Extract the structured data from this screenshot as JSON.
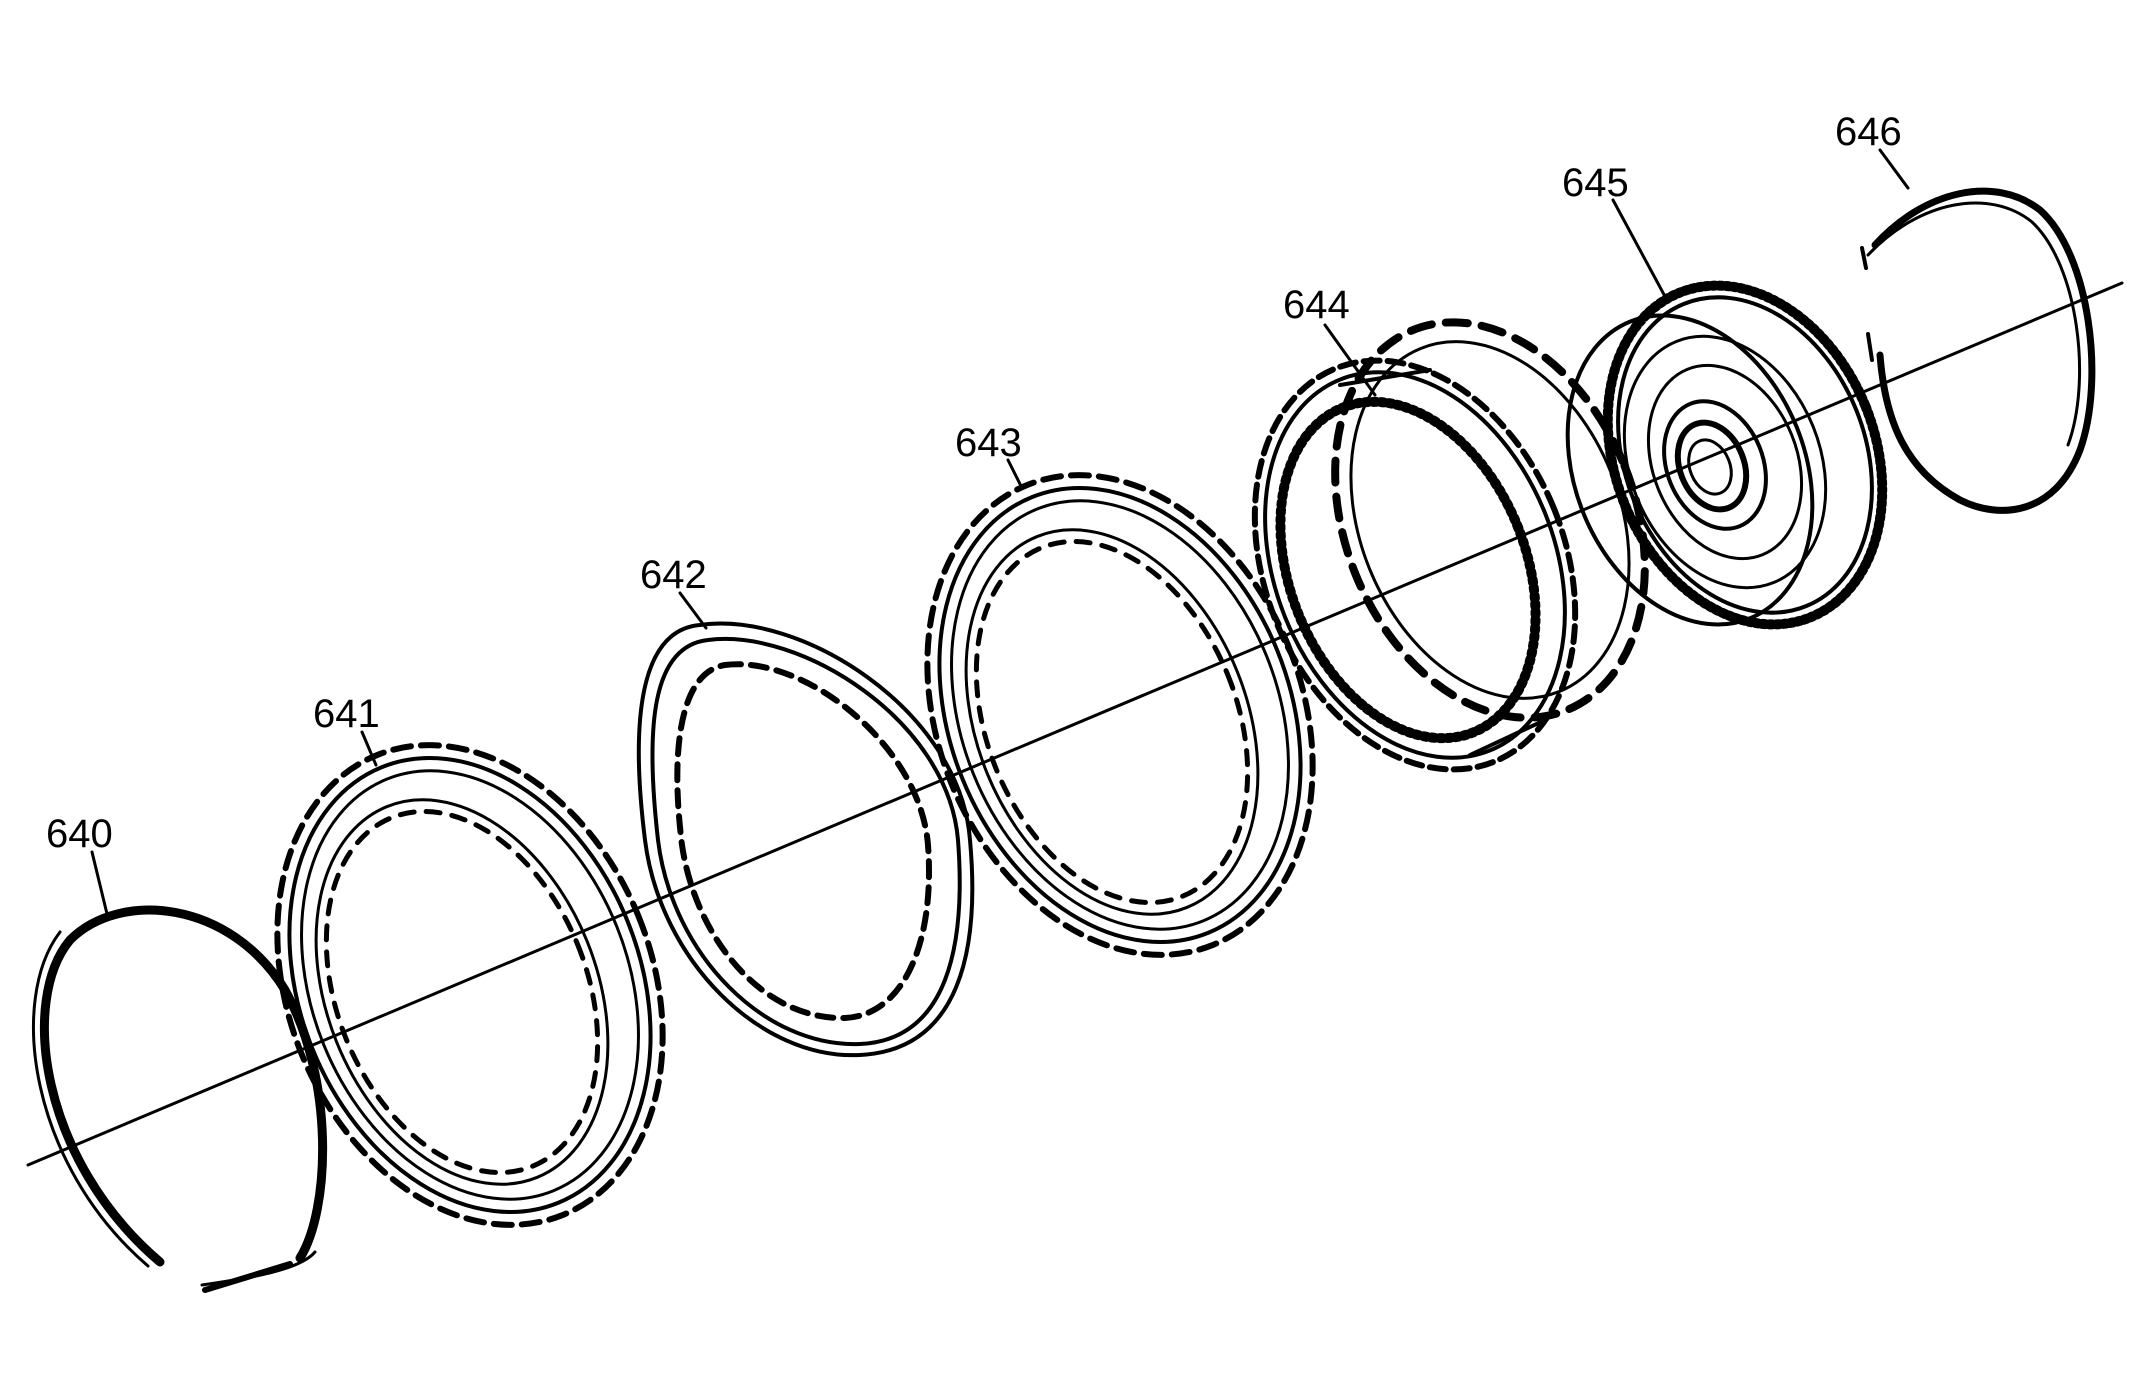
{
  "diagram": {
    "parts": [
      {
        "id": "640",
        "label": "640"
      },
      {
        "id": "641",
        "label": "641"
      },
      {
        "id": "642",
        "label": "642"
      },
      {
        "id": "643",
        "label": "643"
      },
      {
        "id": "644",
        "label": "644"
      },
      {
        "id": "645",
        "label": "645"
      },
      {
        "id": "646",
        "label": "646"
      }
    ],
    "colors": {
      "line": "#000000",
      "background": "#ffffff"
    }
  }
}
